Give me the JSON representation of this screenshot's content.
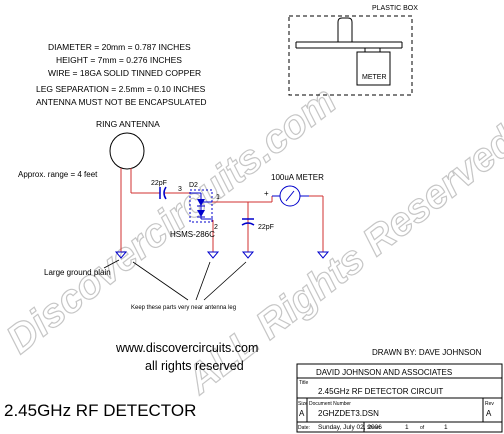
{
  "specs": [
    "DIAMETER = 20mm = 0.787 INCHES",
    "HEIGHT = 7mm = 0.276 INCHES",
    "WIRE = 18GA SOLID TINNED COPPER",
    "LEG SEPARATION = 2.5mm = 0.10 INCHES",
    "ANTENNA MUST NOT BE ENCAPSULATED"
  ],
  "box_label": "PLASTIC BOX",
  "meter_box_label": "METER",
  "antenna_label": "RING ANTENNA",
  "range_label": "Approx. range = 4 feet",
  "cap1_label": "22pF",
  "cap2_label": "22pF",
  "diode_ref": "D2",
  "diode_part": "HSMS-286C",
  "pin3": "3",
  "pin1": "1",
  "pin2": "2",
  "meter_label": "100uA METER",
  "plus": "+",
  "ground_note": "Large ground plain",
  "near_note": "Keep these parts very near antenna leg",
  "website": "www.discovercircuits.com",
  "rights": "all rights reserved",
  "drawn_by": "DRAWN BY: DAVE JOHNSON",
  "main_title": "2.45GHz RF DETECTOR",
  "watermark_1": "Discovercircuits.com",
  "watermark_2": "ALL Rights Reserved",
  "title_block": {
    "company": "DAVID JOHNSON AND ASSOCIATES",
    "title_field": "Title",
    "title_value": "2.45GHz RF DETECTOR CIRCUIT",
    "size_field": "Size",
    "size_value": "A",
    "docnum_field": "Document Number",
    "docnum_value": "2GHZDET3.DSN",
    "rev_field": "Rev",
    "rev_value": "A",
    "date_field": "Date:",
    "date_value": "Sunday, July 02, 2006",
    "sheet_field": "Sheet",
    "sheet_value": "1",
    "of_field": "of",
    "of_value": "1"
  },
  "colors": {
    "wire": "#d03030",
    "part": "#0000cc",
    "watermark": "#b8b8b8"
  }
}
